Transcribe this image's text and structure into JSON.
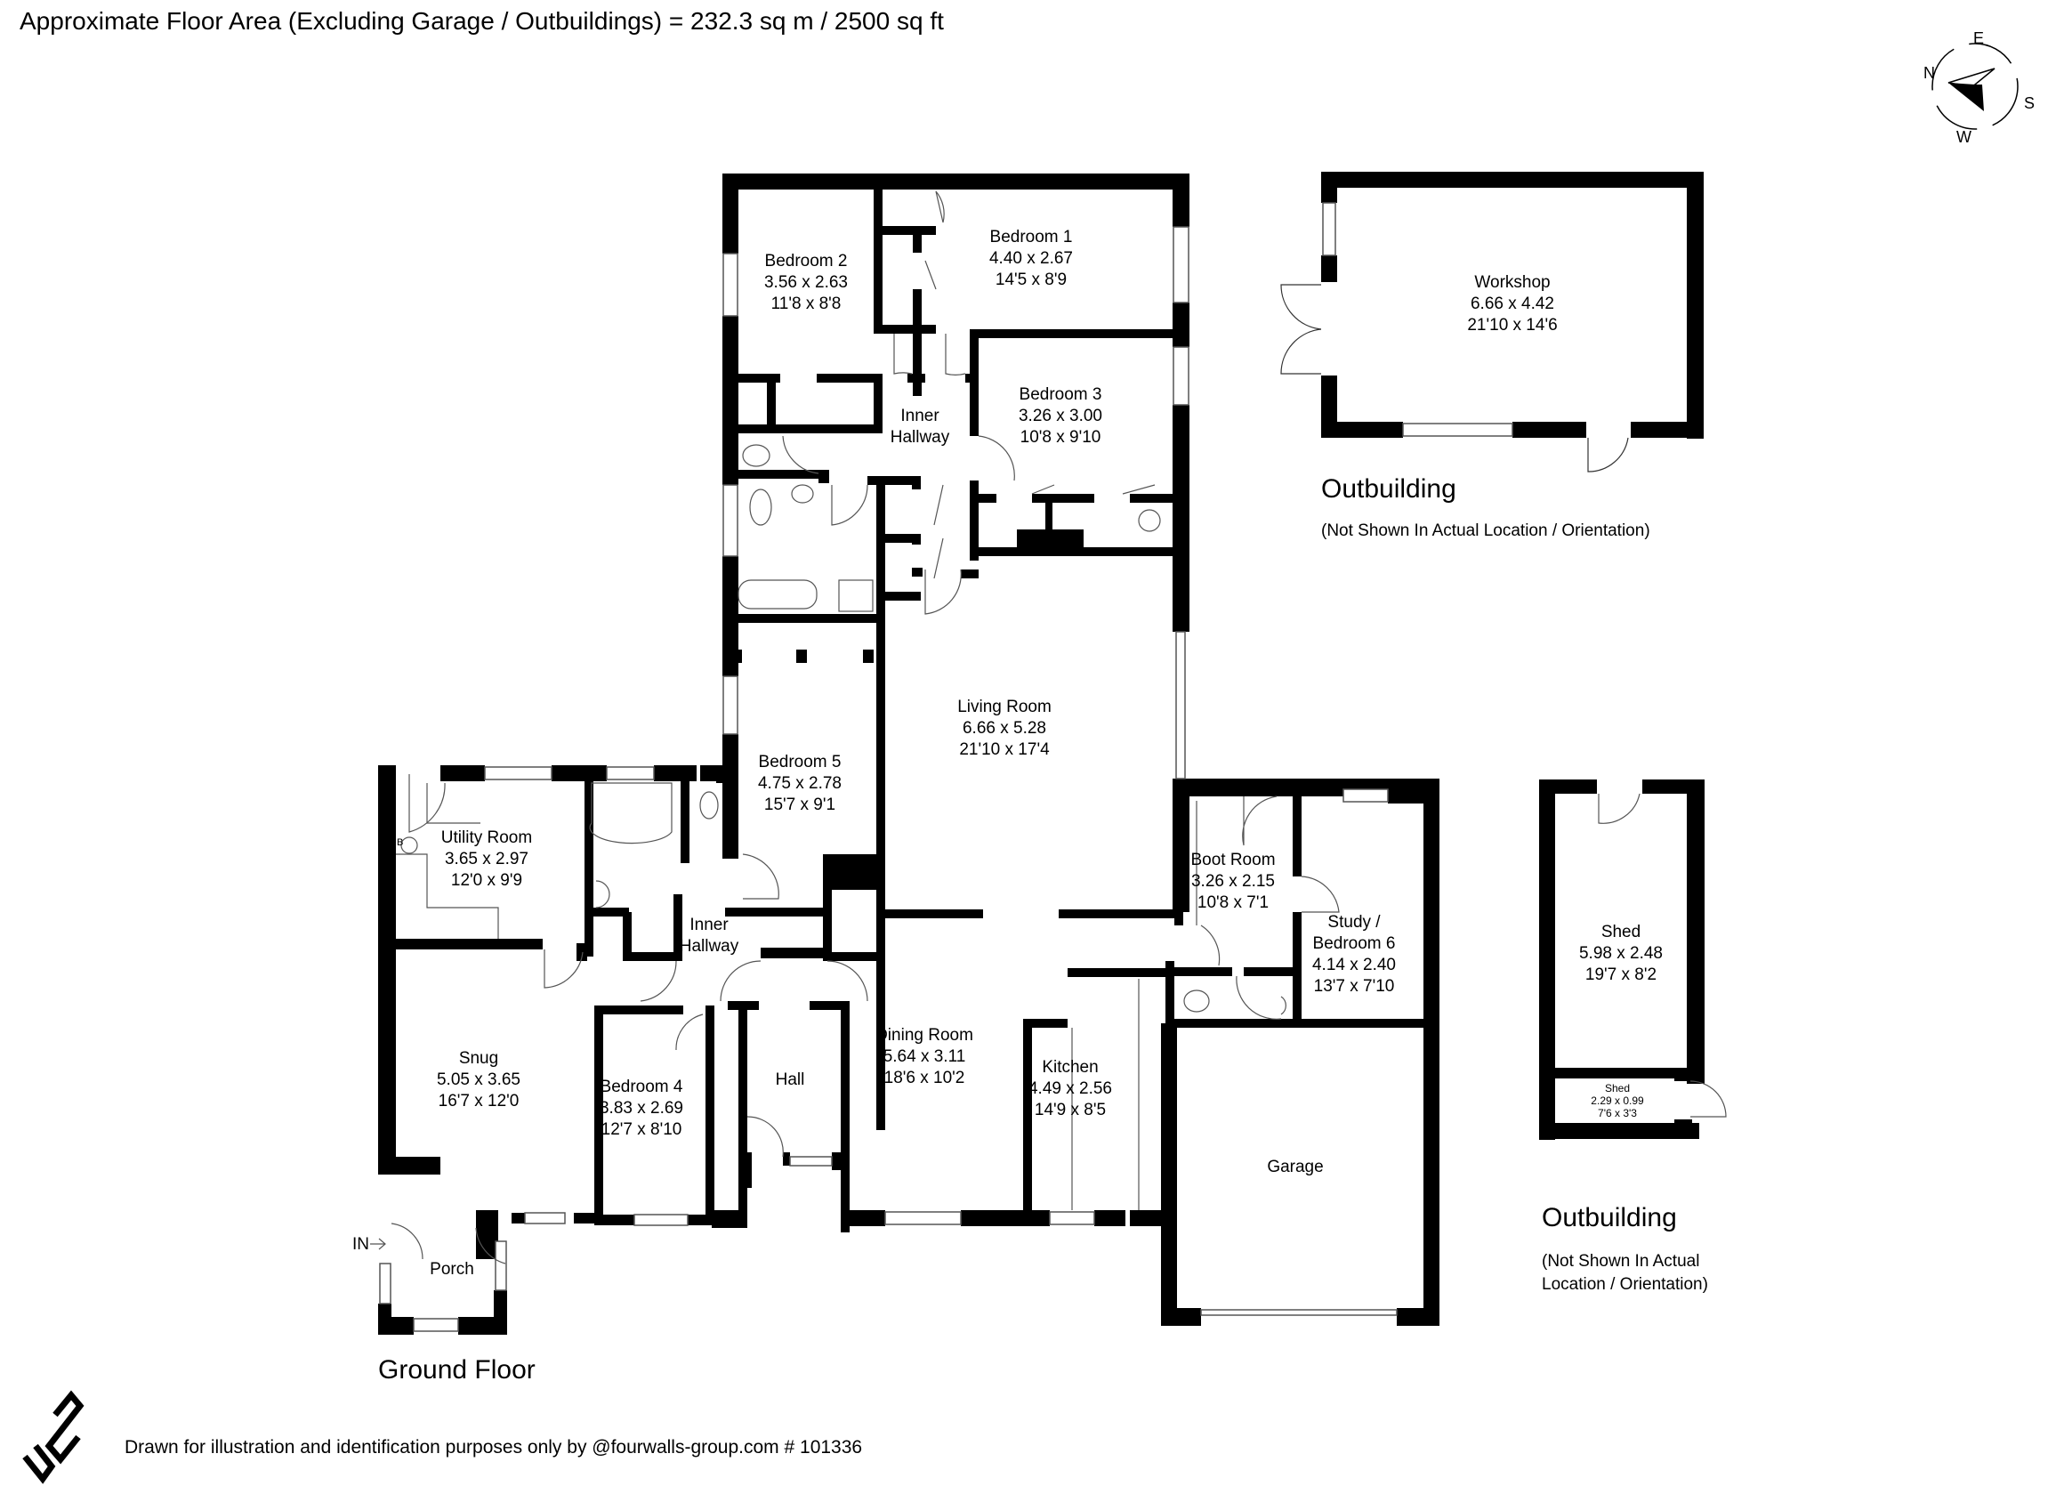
{
  "header": {
    "title": "Approximate Floor Area (Excluding Garage / Outbuildings) = 232.3 sq m / 2500 sq ft"
  },
  "compass": {
    "icon": "compass-rose-icon",
    "labels": {
      "north": "N",
      "east": "E",
      "south": "S",
      "west": "W"
    }
  },
  "ground_floor": {
    "title": "Ground Floor",
    "entry_label": "IN",
    "rooms": [
      {
        "name": "Bedroom 2",
        "metric": "3.56 x 2.63",
        "imperial": "11'8 x 8'8"
      },
      {
        "name": "Bedroom 1",
        "metric": "4.40 x 2.67",
        "imperial": "14'5 x 8'9"
      },
      {
        "name": "Inner Hallway",
        "line1": "Inner",
        "line2": "Hallway"
      },
      {
        "name": "Bedroom 3",
        "metric": "3.26 x 3.00",
        "imperial": "10'8 x 9'10"
      },
      {
        "name": "Living Room",
        "metric": "6.66 x 5.28",
        "imperial": "21'10 x 17'4"
      },
      {
        "name": "Bedroom 5",
        "metric": "4.75 x 2.78",
        "imperial": "15'7 x 9'1"
      },
      {
        "name": "Utility Room",
        "metric": "3.65 x 2.97",
        "imperial": "12'0 x 9'9"
      },
      {
        "name": "Inner Hallway",
        "line1": "Inner",
        "line2": "Hallway"
      },
      {
        "name": "Boot Room",
        "metric": "3.26 x 2.15",
        "imperial": "10'8 x 7'1"
      },
      {
        "name": "Study / Bedroom 6",
        "line1": "Study /",
        "line2": "Bedroom 6",
        "metric": "4.14 x 2.40",
        "imperial": "13'7 x 7'10"
      },
      {
        "name": "Snug",
        "metric": "5.05 x 3.65",
        "imperial": "16'7 x 12'0"
      },
      {
        "name": "Bedroom 4",
        "metric": "3.83 x 2.69",
        "imperial": "12'7 x 8'10"
      },
      {
        "name": "Hall"
      },
      {
        "name": "Dining Room",
        "metric": "5.64 x 3.11",
        "imperial": "18'6 x 10'2"
      },
      {
        "name": "Kitchen",
        "metric": "4.49 x 2.56",
        "imperial": "14'9 x 8'5"
      },
      {
        "name": "Garage"
      },
      {
        "name": "Porch"
      }
    ],
    "fixtures": {
      "boiler_label": "B"
    }
  },
  "outbuilding_workshop": {
    "title": "Outbuilding",
    "note": "(Not Shown In Actual Location / Orientation)",
    "room": {
      "name": "Workshop",
      "metric": "6.66 x 4.42",
      "imperial": "21'10 x 14'6"
    }
  },
  "outbuilding_shed": {
    "title": "Outbuilding",
    "note_line1": "(Not Shown In Actual",
    "note_line2": "Location / Orientation)",
    "rooms": [
      {
        "name": "Shed",
        "metric": "5.98 x 2.48",
        "imperial": "19'7 x 8'2"
      },
      {
        "name": "Shed",
        "metric": "2.29 x 0.99",
        "imperial": "7'6 x 3'3"
      }
    ]
  },
  "footer": {
    "logo": "fourwalls-logo-icon",
    "text": "Drawn for illustration and identification purposes only  by @fourwalls-group.com # 101336"
  },
  "colors": {
    "wall": "#000000",
    "background": "#ffffff",
    "fixture_line": "#555555"
  }
}
